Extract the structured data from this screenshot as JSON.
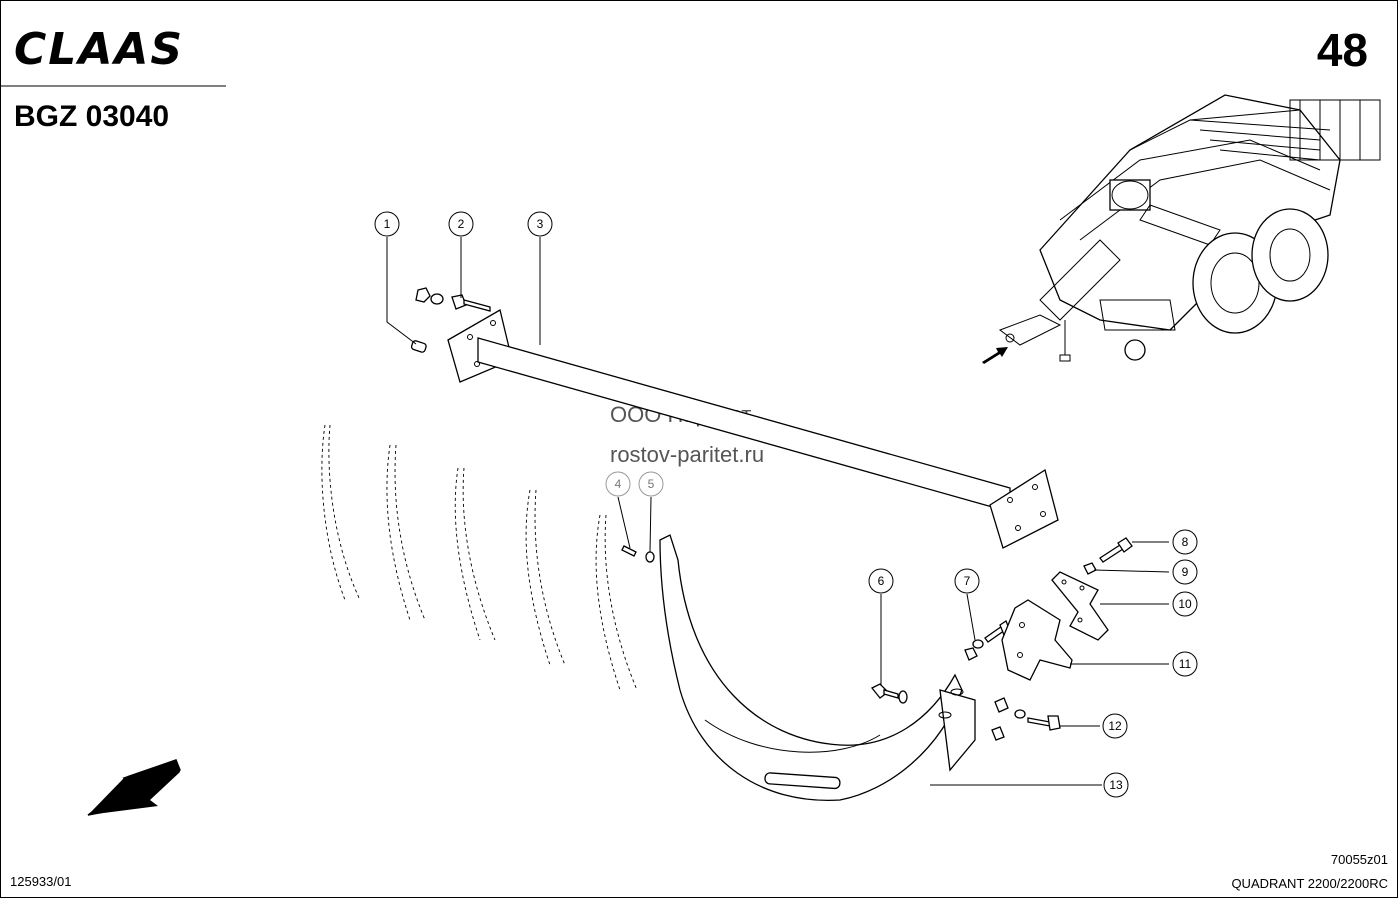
{
  "header": {
    "logo": "CLAAS",
    "page_number": "48",
    "group_code": "BGZ 03040"
  },
  "footer": {
    "doc_number": "125933/01",
    "figure_code": "70055z01",
    "model": "QUADRANT 2200/2200RC"
  },
  "watermark": {
    "line1": "ООО Паритет",
    "line2": "rostov-paritet.ru"
  },
  "callouts": [
    {
      "label": "1"
    },
    {
      "label": "2"
    },
    {
      "label": "3"
    },
    {
      "label": "4"
    },
    {
      "label": "5"
    },
    {
      "label": "6"
    },
    {
      "label": "7"
    },
    {
      "label": "8"
    },
    {
      "label": "9"
    },
    {
      "label": "10"
    },
    {
      "label": "11"
    },
    {
      "label": "12"
    },
    {
      "label": "13"
    }
  ],
  "colors": {
    "ink": "#000000",
    "background": "#ffffff",
    "faded_callout": "#999999"
  }
}
